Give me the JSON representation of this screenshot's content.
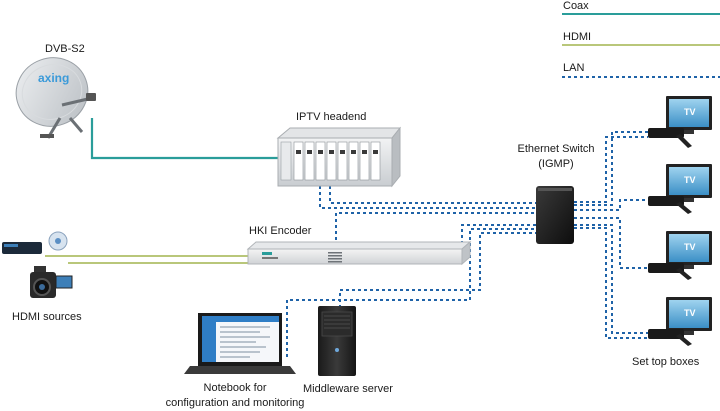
{
  "legend": {
    "coax": "Coax",
    "hdmi": "HDMI",
    "lan": "LAN"
  },
  "labels": {
    "dvb_s2": "DVB-S2",
    "iptv_headend": "IPTV headend",
    "hki_encoder": "HKI Encoder",
    "hdmi_sources": "HDMI sources",
    "ethernet_switch_line1": "Ethernet Switch",
    "ethernet_switch_line2": "(IGMP)",
    "notebook_line1": "Notebook for",
    "notebook_line2": "configuration and monitoring",
    "middleware_server": "Middleware server",
    "set_top_boxes": "Set top boxes"
  },
  "dish_brand": "axing",
  "tv_labels": [
    "TV",
    "TV",
    "TV",
    "TV"
  ],
  "colors": {
    "coax": "#2a9d9a",
    "hdmi": "#b9c77a",
    "lan": "#1f63a8"
  }
}
